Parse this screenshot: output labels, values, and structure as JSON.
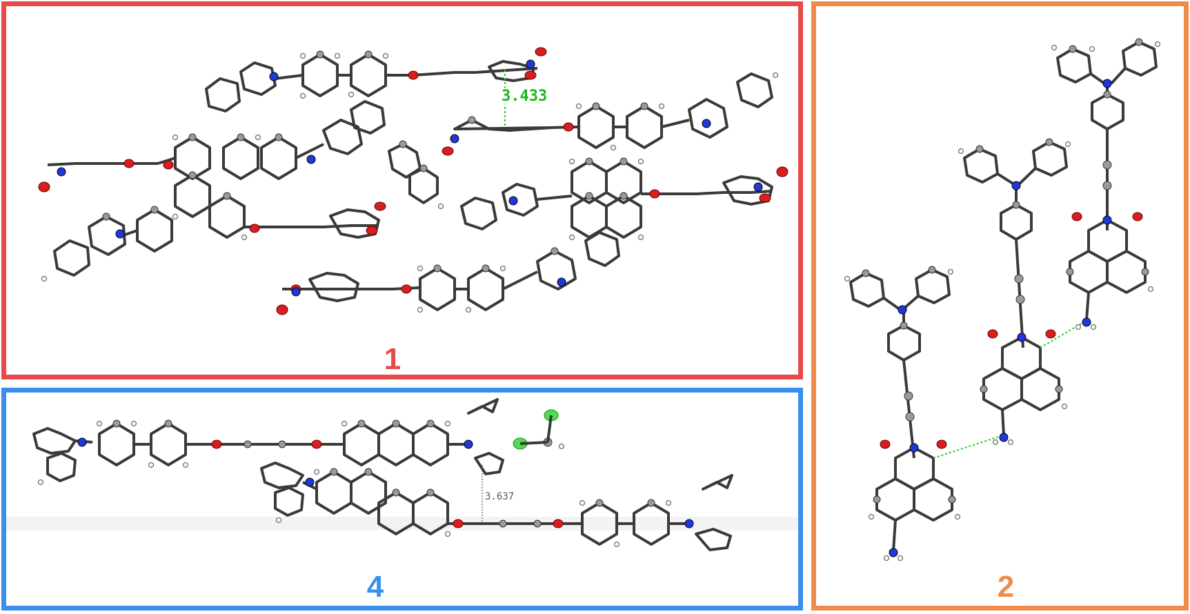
{
  "panels": {
    "p1": {
      "label": "1",
      "distance": "3.433",
      "border_color": "#e84a4a",
      "label_color": "#e84a4a"
    },
    "p4": {
      "label": "4",
      "distance": "3.637",
      "border_color": "#3a8ef0",
      "label_color": "#3a8ef0"
    },
    "p2": {
      "label": "2",
      "border_color": "#f08c4a",
      "label_color": "#f08c4a"
    }
  },
  "atom_colors": {
    "carbon": "#9a9a9a",
    "bond": "#3a3a3a",
    "oxygen": "#d81e1e",
    "nitrogen": "#2038d8",
    "hydrogen": "#f4f4f4",
    "halogen": "#4fdc4f",
    "contact": "#22cc22"
  }
}
